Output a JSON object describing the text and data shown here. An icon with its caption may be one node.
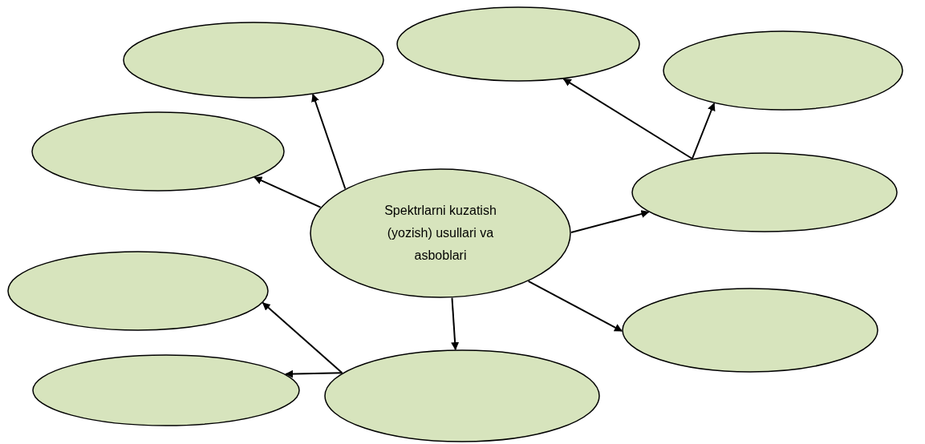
{
  "diagram": {
    "nodes": [
      {
        "text": [],
        "shape": "ellipse"
      },
      {
        "text": [],
        "shape": "ellipse"
      },
      {
        "text": [],
        "shape": "ellipse"
      },
      {
        "text": [],
        "shape": "ellipse"
      },
      {
        "text": [],
        "shape": "ellipse"
      },
      {
        "text": [
          "Spektrlarni kuzatish (yozish) usullari va asboblari"
        ]
      },
      {
        "text": [],
        "shape": "ellipse"
      },
      {
        "text": [],
        "shape": "ellipse"
      },
      {
        "text": [],
        "shape": "ellipse"
      },
      {
        "text": [],
        "shape": "ellipse"
      }
    ],
    "edges": [
      {
        "from": 5,
        "to": 0,
        "arrow": "to"
      },
      {
        "from": 5,
        "to": 3,
        "arrow": "to"
      },
      {
        "from": 5,
        "to": 4,
        "arrow": "to"
      },
      {
        "from": 5,
        "to": 7,
        "arrow": "to"
      },
      {
        "from": 5,
        "to": 9,
        "arrow": "to"
      },
      {
        "from": 4,
        "to": 1,
        "arrow": "to"
      },
      {
        "from": 4,
        "to": 2,
        "arrow": "to"
      },
      {
        "from": 9,
        "to": 6,
        "arrow": "to"
      },
      {
        "from": 9,
        "to": 8,
        "arrow": "to"
      }
    ]
  }
}
